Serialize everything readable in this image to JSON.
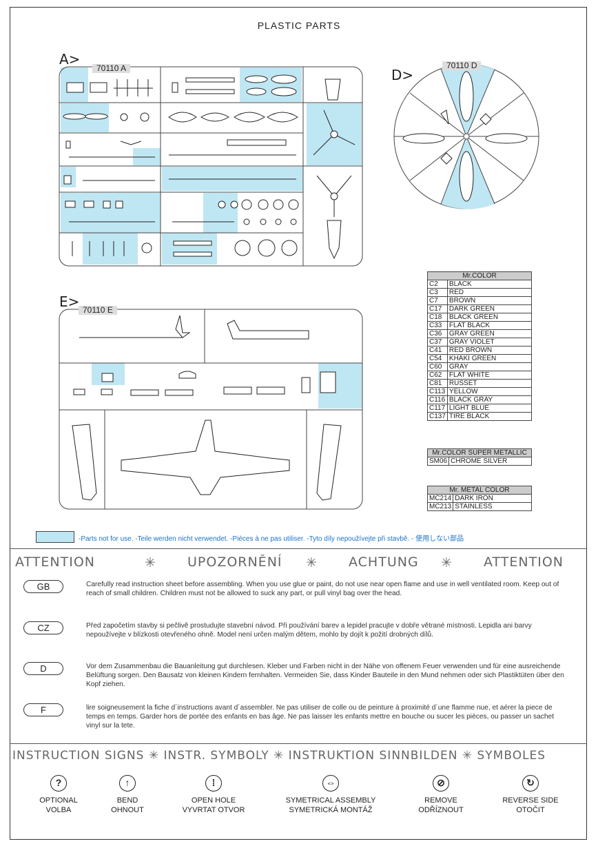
{
  "header": {
    "title": "PLASTIC PARTS"
  },
  "sprues": {
    "a": {
      "letter": "A>",
      "code": "70110 A"
    },
    "d": {
      "letter": "D>",
      "code": "70110 D"
    },
    "e": {
      "letter": "E>",
      "code": "70110 E"
    }
  },
  "colors": {
    "mr_color": {
      "title": "Mr.COLOR",
      "rows": [
        [
          "C2",
          "BLACK"
        ],
        [
          "C3",
          "RED"
        ],
        [
          "C7",
          "BROWN"
        ],
        [
          "C17",
          "DARK GREEN"
        ],
        [
          "C18",
          "BLACK GREEN"
        ],
        [
          "C33",
          "FLAT BLACK"
        ],
        [
          "C36",
          "GRAY GREEN"
        ],
        [
          "C37",
          "GRAY VIOLET"
        ],
        [
          "C41",
          "RED BROWN"
        ],
        [
          "C54",
          "KHAKI GREEN"
        ],
        [
          "C60",
          "GRAY"
        ],
        [
          "C62",
          "FLAT WHITE"
        ],
        [
          "C81",
          "RUSSET"
        ],
        [
          "C113",
          "YELLOW"
        ],
        [
          "C116",
          "BLACK GRAY"
        ],
        [
          "C117",
          "LIGHT BLUE"
        ],
        [
          "C137",
          "TIRE BLACK"
        ]
      ]
    },
    "super_metallic": {
      "title": "Mr.COLOR SUPER METALLIC",
      "rows": [
        [
          "SM06",
          "CHROME SILVER"
        ]
      ]
    },
    "metal_color": {
      "title": "Mr. METAL COLOR",
      "rows": [
        [
          "MC214",
          "DARK IRON"
        ],
        [
          "MC213",
          "STAINLESS"
        ]
      ]
    }
  },
  "legend": {
    "text": "-Parts not for use. -Teile werden nicht verwendet. -Pièces à ne pas utiliser. -Tyto díly nepoužívejte při stavbě. - 使用しない部品",
    "swatch_color": "#bfe6f3"
  },
  "attention": {
    "headings": [
      "ATTENTION",
      "✳",
      "UPOZORNĚNÍ",
      "✳",
      "ACHTUNG",
      "✳",
      "ATTENTION"
    ],
    "items": [
      {
        "code": "GB",
        "text": "Carefully read instruction sheet before assembling. When you use glue or paint, do not use near open flame and use in well ventilated room. Keep out of reach of small children. Children must not be allowed to suck any part, or pull vinyl bag over the head."
      },
      {
        "code": "CZ",
        "text": "Před započetím stavby si pečlivě prostudujte stavební návod. Při používání barev a lepidel pracujte v dobře větrané místnosti. Lepidla ani barvy nepoužívejte v blízkosti otevřeného ohně. Model není určen malým dětem, mohlo by dojít k požití drobných dílů."
      },
      {
        "code": "D",
        "text": "Vor dem Zusammenbau die Bauanleitung gut durchlesen. Kleber und Farben nicht in der Nähe von offenem Feuer verwenden und für eine ausreichende Belüftung sorgen. Den Bausatz von kleinen Kindern fernhalten. Vermeiden Sie, dass Kinder Bauteile in den Mund nehmen oder sich Plastiktüten über den Kopf ziehen."
      },
      {
        "code": "F",
        "text": "lire soigneusement la fiche d´instructions avant d´assembler. Ne pas utiliser de colle ou de peinture à proximité d´une flamme nue, et aérer la piece de temps en temps. Garder hors de portée des enfants en bas âge. Ne pas laisser les enfants mettre en bouche ou sucer les pièces, ou passer un sachet vinyl sur la tete."
      }
    ]
  },
  "signs": {
    "heading": "INSTRUCTION SIGNS ✳ INSTR. SYMBOLY ✳ INSTRUKTION SINNBILDEN ✳ SYMBOLES",
    "items": [
      {
        "icon": "question-icon",
        "glyph": "?",
        "line1": "OPTIONAL",
        "line2": "VOLBA"
      },
      {
        "icon": "bend-icon",
        "glyph": "↑",
        "line1": "BEND",
        "line2": "OHNOUT"
      },
      {
        "icon": "open-hole-icon",
        "glyph": "⁞",
        "line1": "OPEN HOLE",
        "line2": "VYVRTAT OTVOR"
      },
      {
        "icon": "symmetrical-icon",
        "glyph": "⇔",
        "line1": "SYMETRICAL ASSEMBLY",
        "line2": "SYMETRICKÁ MONTÁŽ"
      },
      {
        "icon": "remove-icon",
        "glyph": "⊘",
        "line1": "REMOVE",
        "line2": "ODŘÍZNOUT"
      },
      {
        "icon": "reverse-icon",
        "glyph": "↻",
        "line1": "REVERSE SIDE",
        "line2": "OTOČIT"
      }
    ]
  }
}
